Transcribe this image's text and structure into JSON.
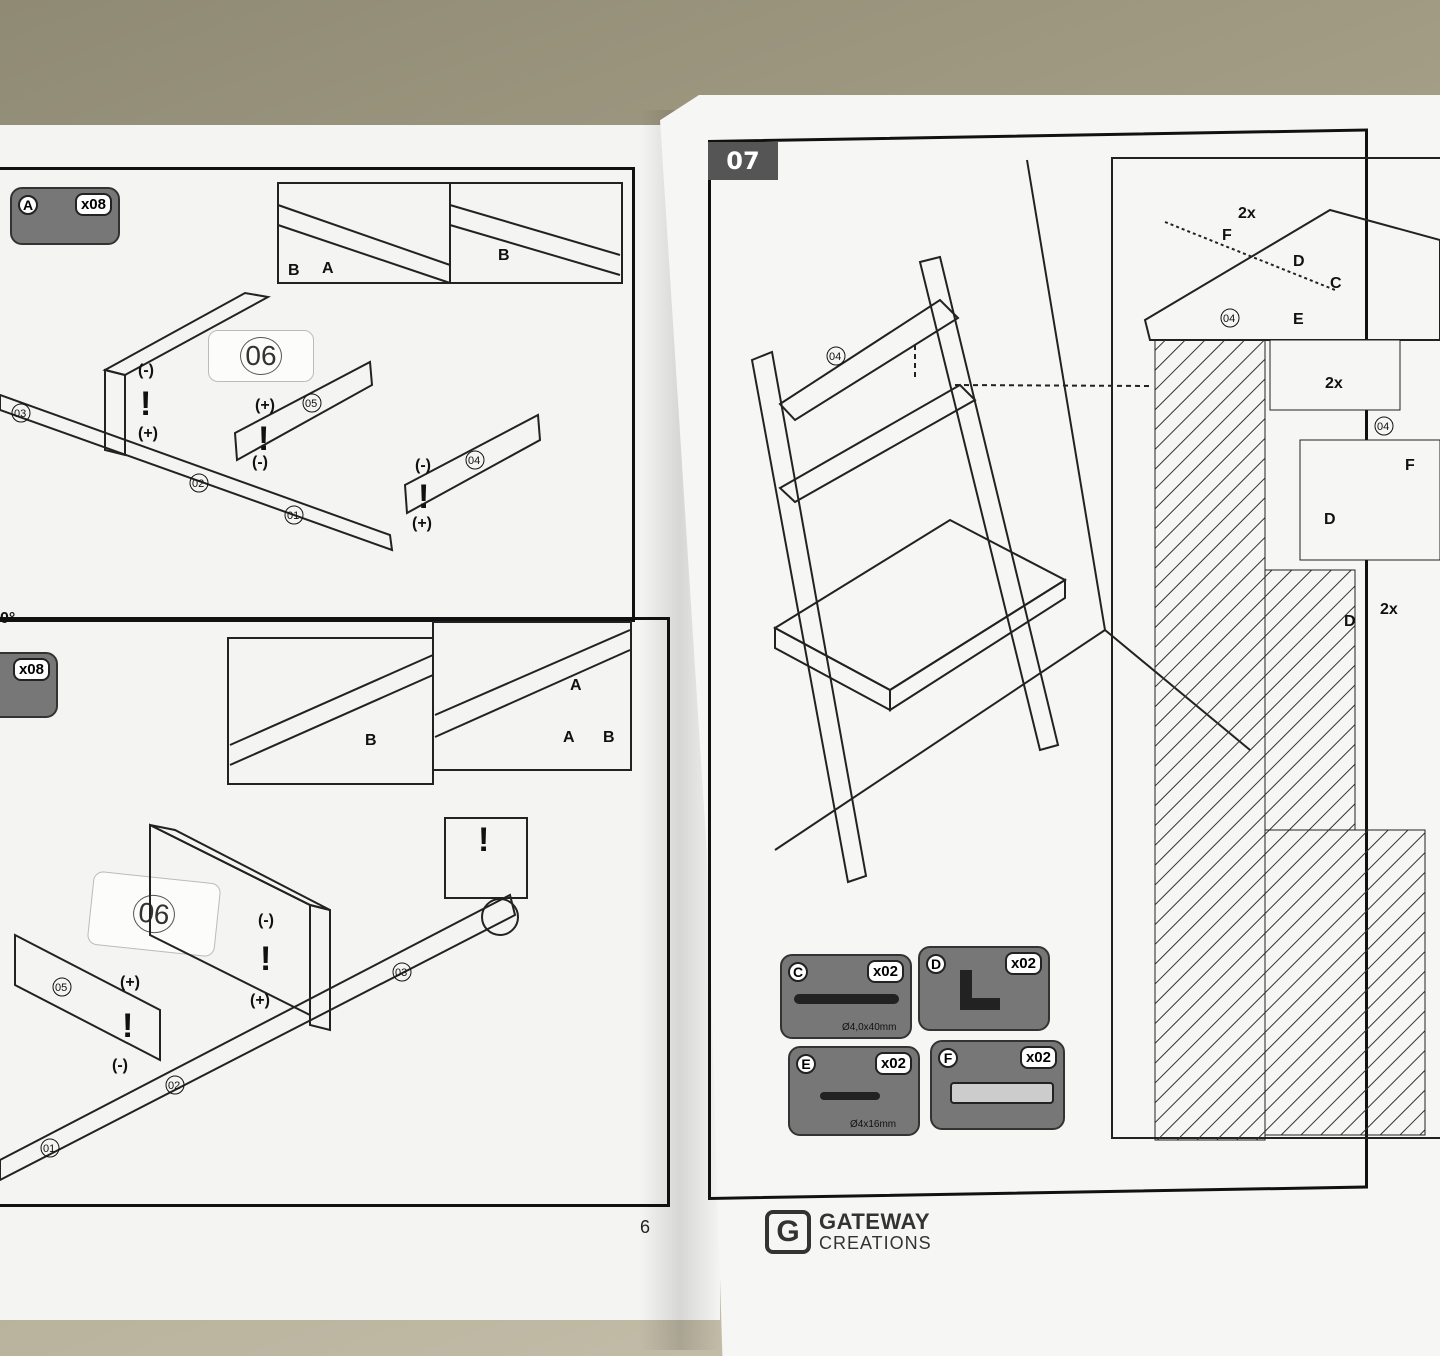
{
  "left_page": {
    "page_number": "6",
    "part_label_top": "06",
    "part_label_bottom": "06",
    "hardware_top": {
      "id": "A",
      "qty": "x08"
    },
    "hardware_bottom": {
      "qty": "x08"
    },
    "markers": {
      "a": "A",
      "b": "B",
      "plus": "(+)",
      "minus": "(-)",
      "excl": "!"
    },
    "part_tags": [
      "01",
      "02",
      "03",
      "04",
      "05"
    ],
    "angle": "0°"
  },
  "right_page": {
    "step_number": "07",
    "part_tag": "04",
    "detail": {
      "count": "2x",
      "labels": [
        "C",
        "D",
        "E",
        "F"
      ]
    },
    "hardware": [
      {
        "id": "C",
        "qty": "x02",
        "spec": "Ø4,0x40mm",
        "icon": "screw-icon"
      },
      {
        "id": "D",
        "qty": "x02",
        "spec": "",
        "icon": "bracket-icon"
      },
      {
        "id": "E",
        "qty": "x02",
        "spec": "Ø4x16mm",
        "icon": "short-screw-icon"
      },
      {
        "id": "F",
        "qty": "x02",
        "spec": "",
        "icon": "wall-plug-icon"
      }
    ],
    "brand": {
      "name": "GATEWAY",
      "sub": "CREATIONS"
    }
  }
}
